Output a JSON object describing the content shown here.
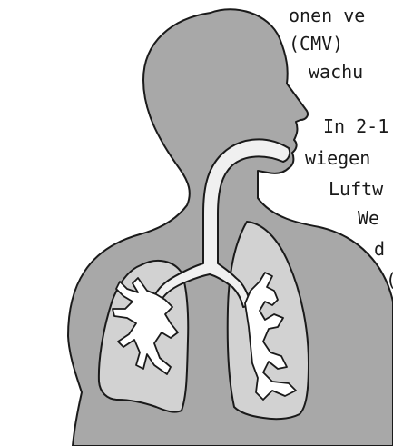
{
  "colors": {
    "body_fill": "#a8a8a8",
    "body_outline": "#1a1a1a",
    "lung_fill": "#d2d2d2",
    "airway_fill": "#f0f0f0",
    "bronchi_fill": "#ffffff",
    "text": "#1a1a1a"
  },
  "icons": {
    "figure": "human-respiratory-system-silhouette"
  },
  "text_fragments": [
    "onen ve",
    "(CMV)",
    "wachu",
    "In 2-1",
    "wiegen",
    "Luftw",
    "We",
    "d",
    "("
  ]
}
